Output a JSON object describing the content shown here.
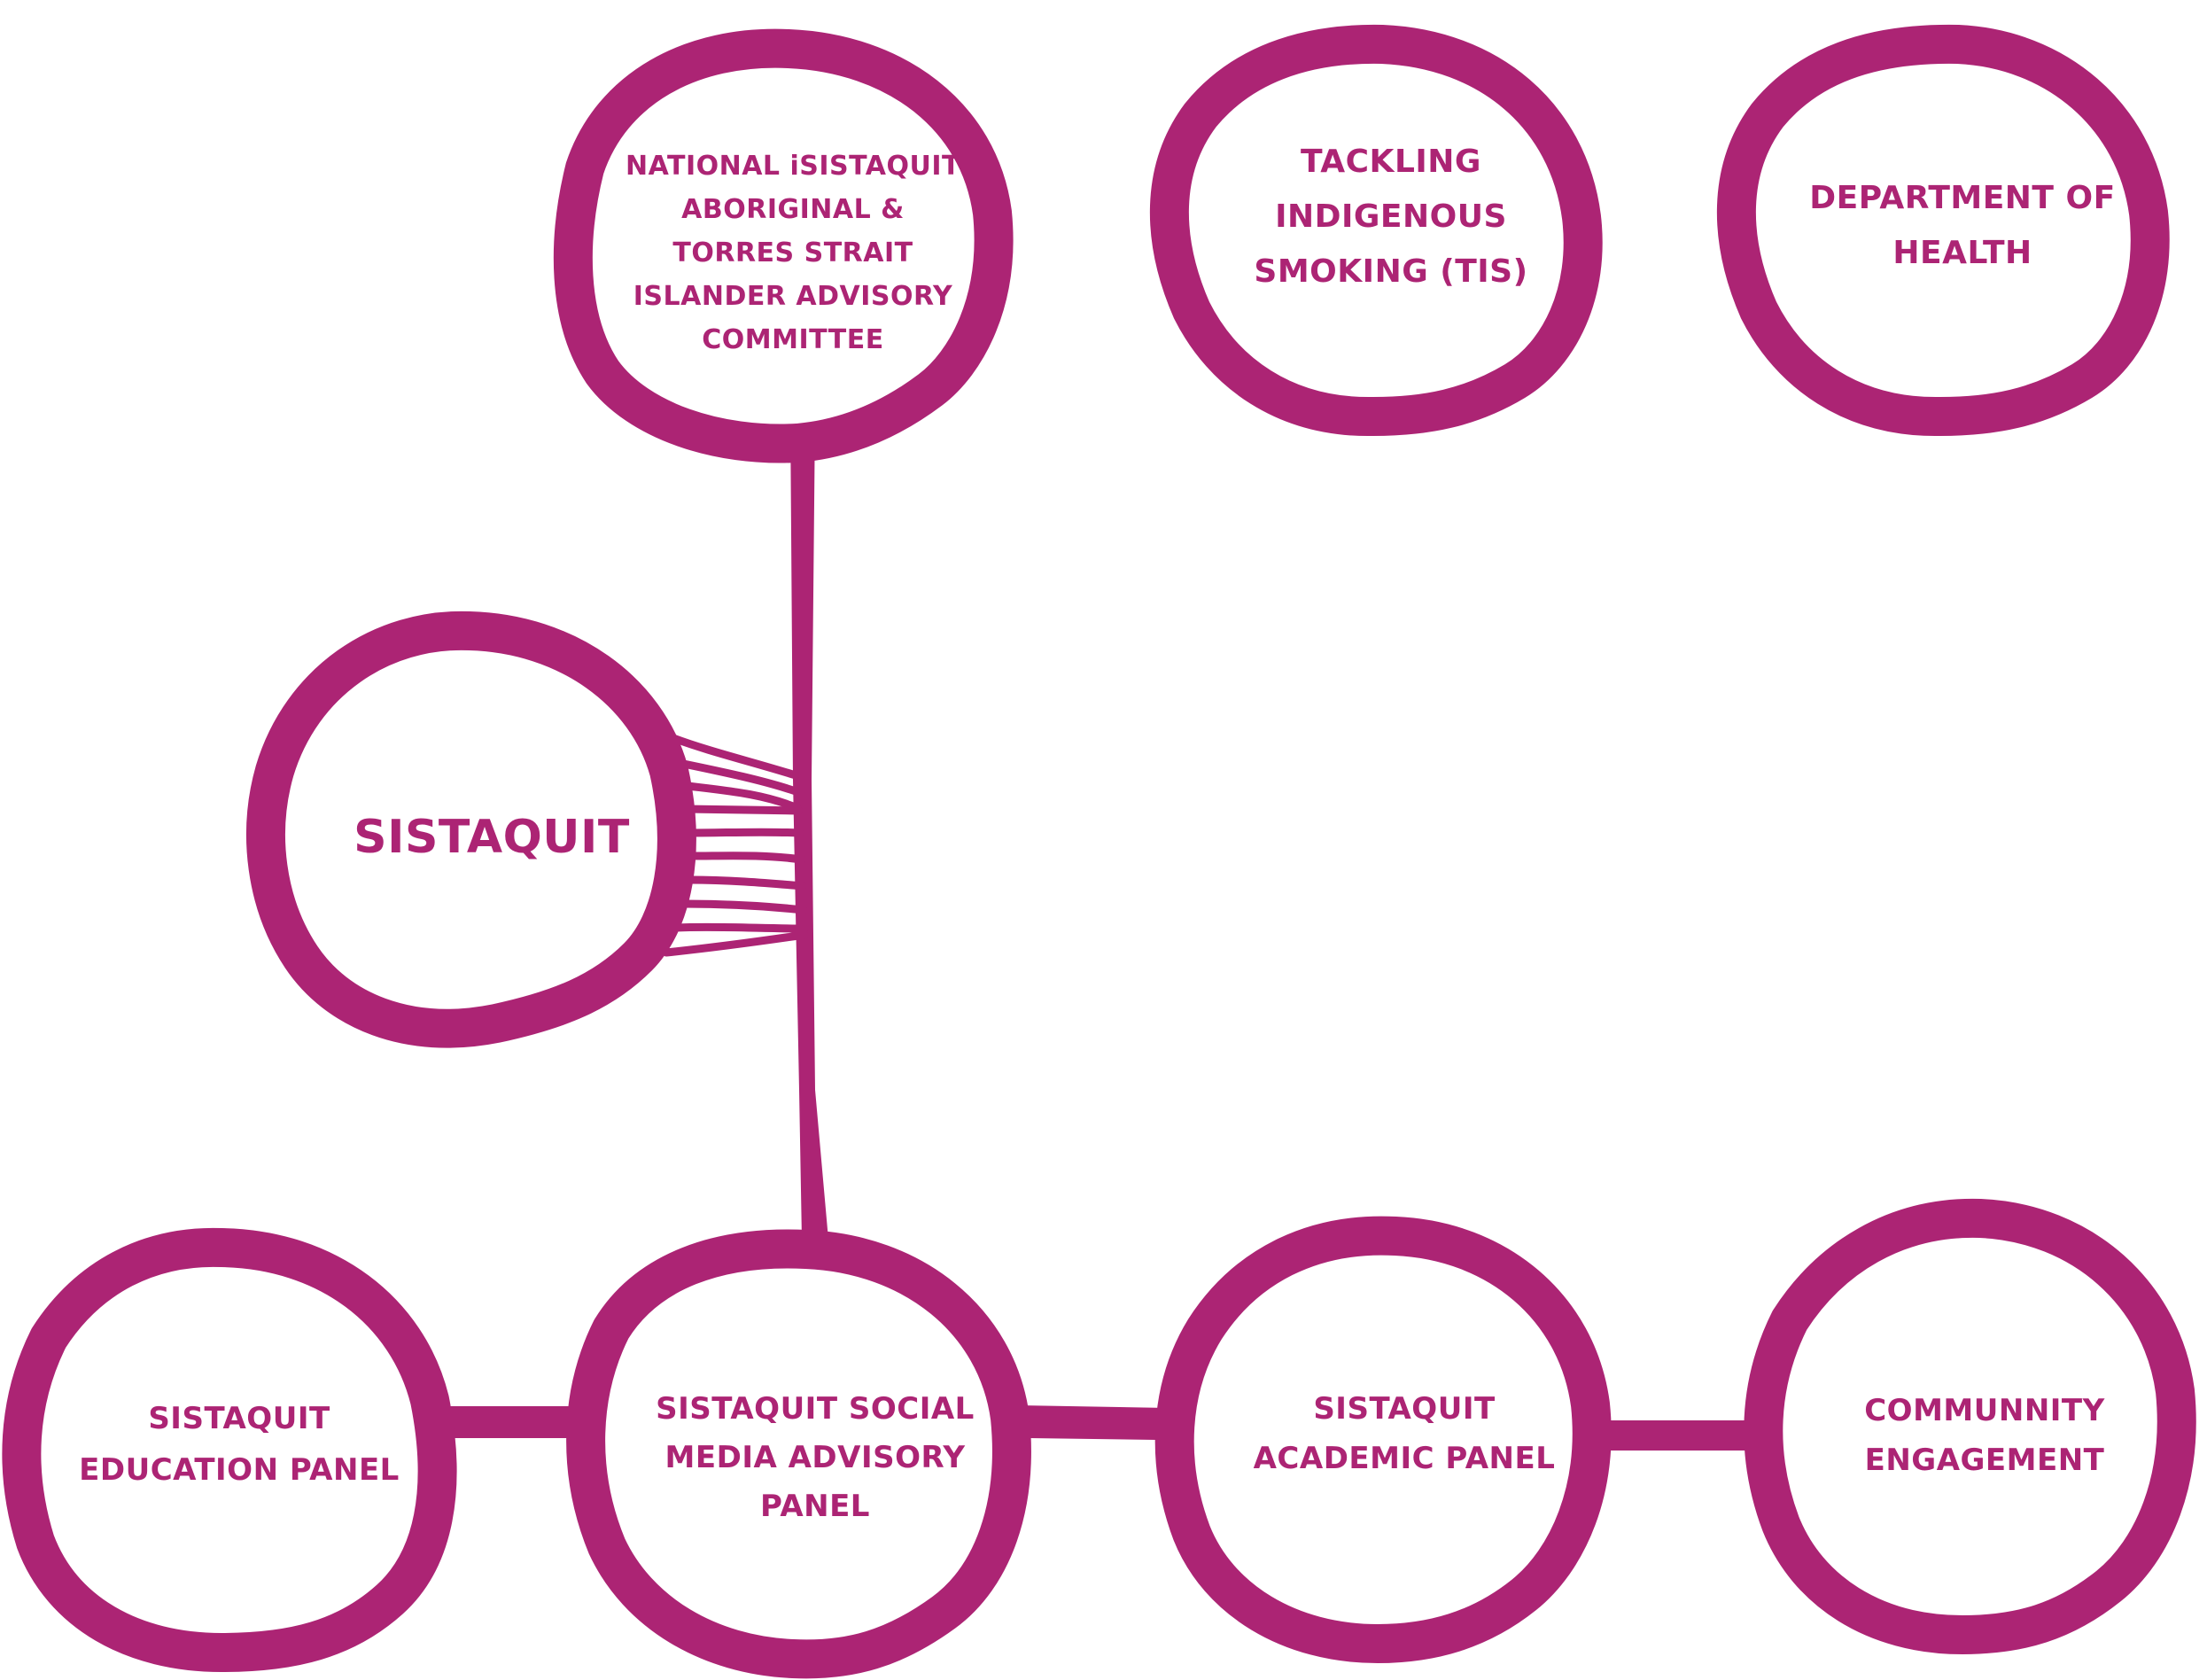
{
  "diagram": {
    "accent_color": "#ac2474",
    "nodes": {
      "advisory_committee": {
        "lines": [
          "NATIONAL iSISTAQUIT",
          "ABORIGINAL &",
          "TORRES STRAIT",
          "ISLANDER ADVISORY",
          "COMMITTEE"
        ]
      },
      "tis": {
        "lines": [
          "TACKLING",
          "INDIGENOUS",
          "SMOKING (TIS)"
        ]
      },
      "department_of_health": {
        "lines": [
          "DEPARTMENT OF",
          "HEALTH"
        ]
      },
      "sistaquit": {
        "lines": [
          "SISTAQUIT"
        ]
      },
      "education_panel": {
        "lines": [
          "SISTAQUIT",
          "EDUCATION PANEL"
        ]
      },
      "social_media_panel": {
        "lines": [
          "SISTAQUIT SOCIAL",
          "MEDIA ADVISORY",
          "PANEL"
        ]
      },
      "academic_panel": {
        "lines": [
          "SISTAQUIT",
          "ACADEMIC PANEL"
        ]
      },
      "community_engagement": {
        "lines": [
          "COMMUNNITY",
          "ENGAGEMENT"
        ]
      }
    }
  }
}
